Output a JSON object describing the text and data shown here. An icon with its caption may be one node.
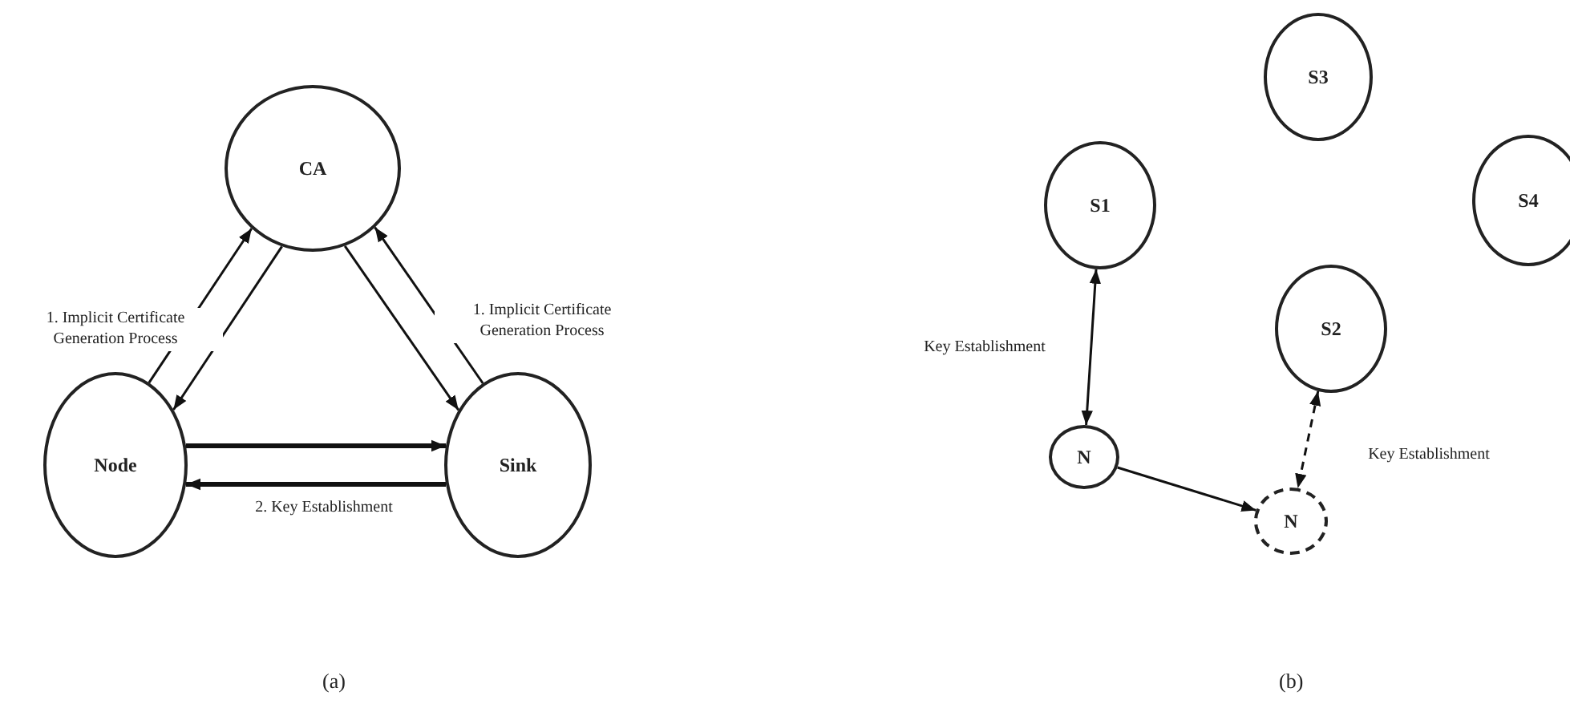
{
  "diagram": {
    "nodes": [
      {
        "text": [
          "CA"
        ]
      },
      {
        "text": [
          "Node"
        ]
      },
      {
        "text": [
          "Sink"
        ]
      },
      {
        "text": [
          "S3"
        ]
      },
      {
        "text": [
          "S1"
        ]
      },
      {
        "text": [
          "S4"
        ]
      },
      {
        "text": [
          "S2"
        ]
      },
      {
        "text": [
          "N"
        ]
      },
      {
        "text": [
          "N"
        ]
      }
    ],
    "edges": [
      {
        "from": 0,
        "to": 1,
        "arrow": "to"
      },
      {
        "from": 1,
        "to": 0,
        "arrow": "to",
        "label": "1. Implicit Certificate Generation Process"
      },
      {
        "from": 0,
        "to": 2,
        "arrow": "to"
      },
      {
        "from": 2,
        "to": 0,
        "arrow": "to",
        "label": "1. Implicit Certificate Generation Process"
      },
      {
        "from": 1,
        "to": 2,
        "arrow": "to",
        "style": "thick"
      },
      {
        "from": 2,
        "to": 1,
        "arrow": "to",
        "style": "thick",
        "label": "2. Key Establishment"
      },
      {
        "from": 4,
        "to": 7,
        "arrow": "both",
        "label": "Key Establishment"
      },
      {
        "from": 7,
        "to": 8,
        "arrow": "to"
      },
      {
        "from": 6,
        "to": 8,
        "arrow": "both",
        "style": "dashed",
        "label": "Key Establishment"
      }
    ],
    "labels": [
      "(a)",
      "(b)"
    ]
  }
}
